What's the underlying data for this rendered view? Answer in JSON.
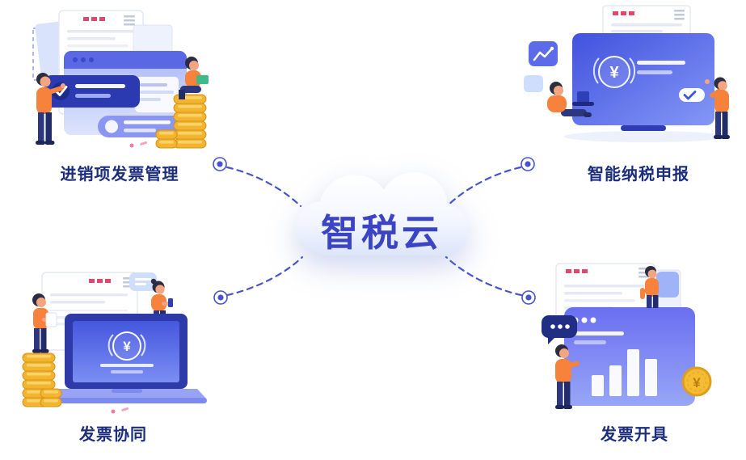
{
  "center": {
    "title": "智税云"
  },
  "features": [
    {
      "id": "invoice-management",
      "label": "进销项发票管理",
      "position": "top-left"
    },
    {
      "id": "smart-tax-filing",
      "label": "智能纳税申报",
      "position": "top-right"
    },
    {
      "id": "invoice-collaboration",
      "label": "发票协同",
      "position": "bottom-left"
    },
    {
      "id": "invoice-issuance",
      "label": "发票开具",
      "position": "bottom-right"
    }
  ],
  "symbols": {
    "yen": "¥"
  },
  "colors": {
    "background": "#ffffff",
    "title_text": "#3b45c4",
    "label_text": "#1c2d7c",
    "connector": "#4753c9",
    "primary_blue": "#4a5ce0",
    "dark_navy": "#2b3cb2",
    "accent_orange": "#f6823b",
    "coin_gold": "#f4b52e",
    "cloud_top": "#ffffff",
    "cloud_bottom": "#dde5fa"
  }
}
